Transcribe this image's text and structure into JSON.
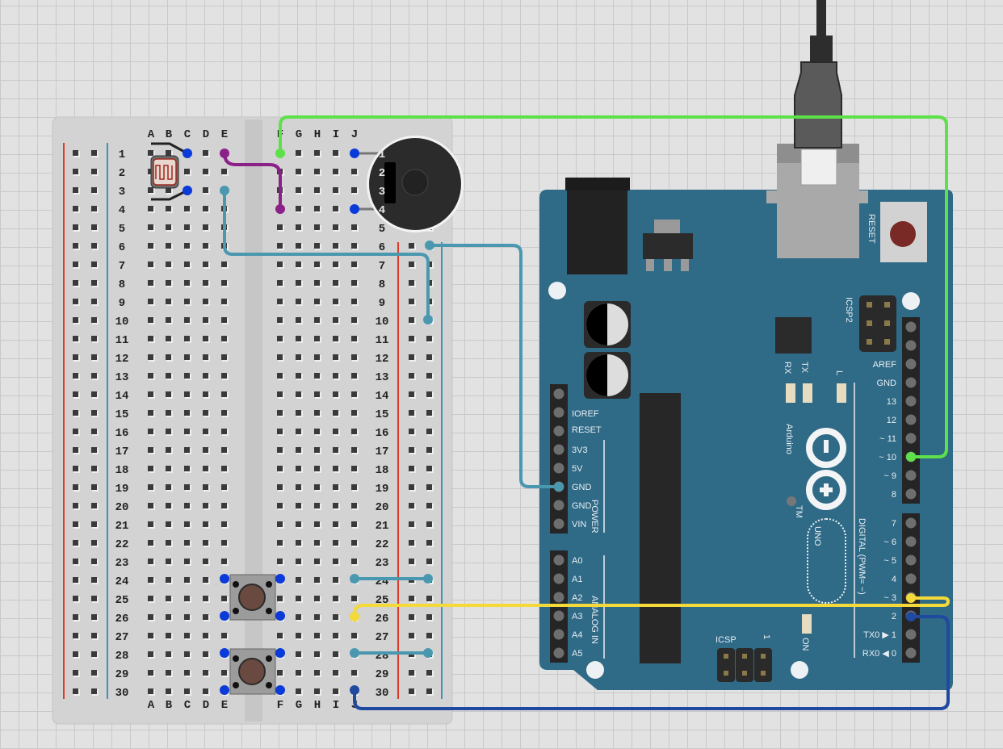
{
  "breadboard": {
    "columns_left": [
      "A",
      "B",
      "C",
      "D",
      "E"
    ],
    "columns_right": [
      "F",
      "G",
      "H",
      "I",
      "J"
    ],
    "rows": [
      "1",
      "2",
      "3",
      "4",
      "5",
      "6",
      "7",
      "8",
      "9",
      "10",
      "11",
      "12",
      "13",
      "14",
      "15",
      "16",
      "17",
      "18",
      "19",
      "20",
      "21",
      "22",
      "23",
      "24",
      "25",
      "26",
      "27",
      "28",
      "29",
      "30"
    ]
  },
  "arduino": {
    "reset_label": "RESET",
    "icsp2_label": "ICSP2",
    "icsp_label": "ICSP",
    "icsp_pin1": "1",
    "rx_label": "RX",
    "tx_label": "TX",
    "l_label": "L",
    "on_label": "ON",
    "brand": "Arduino",
    "tm": "TM",
    "model": "UNO",
    "digital_label": "DIGITAL (PWM= ~)",
    "power_label": "POWER",
    "analog_label": "ANALOG IN",
    "digital_pins_top": [
      "AREF",
      "GND",
      "13",
      "12",
      "~ 11",
      "~ 10",
      "~ 9",
      "8"
    ],
    "digital_pins_bottom": [
      "7",
      "~ 6",
      "~ 5",
      "4",
      "~ 3",
      "2",
      "TX0 ▶ 1",
      "RX0 ◀ 0"
    ],
    "power_pins": [
      "IOREF",
      "RESET",
      "3V3",
      "5V",
      "GND",
      "GND",
      "VIN"
    ],
    "analog_pins": [
      "A0",
      "A1",
      "A2",
      "A3",
      "A4",
      "A5"
    ]
  },
  "components": [
    "breadboard",
    "arduino-uno",
    "photoresistor",
    "piezo-buzzer",
    "pushbutton-1",
    "pushbutton-2",
    "usb-cable"
  ],
  "colors": {
    "board": "#2f6a87",
    "wire_green": "#5ee04a",
    "wire_purple": "#8b2089",
    "wire_teal": "#4a98b0",
    "wire_yellow": "#f3d93a",
    "wire_navy": "#1f4aa0",
    "rail_red": "#e03a2a",
    "rail_blue": "#3f95b0",
    "pin_highlight": "#0a3ad8"
  }
}
